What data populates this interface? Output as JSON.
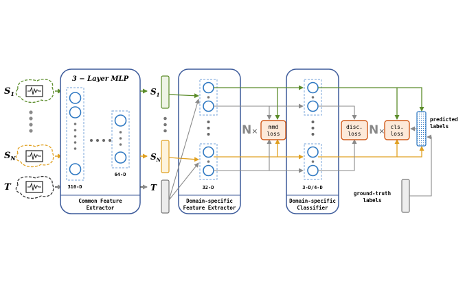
{
  "sources": {
    "s1": {
      "letter": "S",
      "sub": "1"
    },
    "sn": {
      "letter": "S",
      "sub": "N"
    },
    "t": {
      "letter": "T"
    }
  },
  "mlp": {
    "title": "3 − Layer MLP",
    "dim_first": "310-D",
    "dim_last": "64-D",
    "label_line1": "Common Feature",
    "label_line2": "Extractor"
  },
  "features": {
    "s1": {
      "letter": "S",
      "sub": "1"
    },
    "sn": {
      "letter": "S",
      "sub": "N"
    },
    "t": {
      "letter": "T"
    }
  },
  "dsfe": {
    "dim": "32-D",
    "label_line1": "Domain-specific",
    "label_line2": "Feature Extractor"
  },
  "dsc": {
    "dim": "3-D/4-D",
    "label_line1": "Domain-specific",
    "label_line2": "Classifier"
  },
  "losses": {
    "mmd_line1": "mmd",
    "mmd_line2": "loss",
    "disc_line1": "disc.",
    "disc_line2": "loss",
    "cls_line1": "cls.",
    "cls_line2": "loss"
  },
  "multipliers": {
    "n": "N",
    "times": "×"
  },
  "outputs": {
    "pred_line1": "predicted",
    "pred_line2": "labels",
    "gt_line1": "ground-truth",
    "gt_line2": "labels"
  },
  "colors": {
    "green": "#5b8c2a",
    "orange": "#e0a020",
    "gray": "#8a8a8a",
    "dark": "#222222",
    "blue": "#3c5a9a",
    "circle": "#2e78c2",
    "dashed_box": "#8fb3e0",
    "loss_border": "#d05a1a",
    "loss_fill": "#fde9d9"
  }
}
